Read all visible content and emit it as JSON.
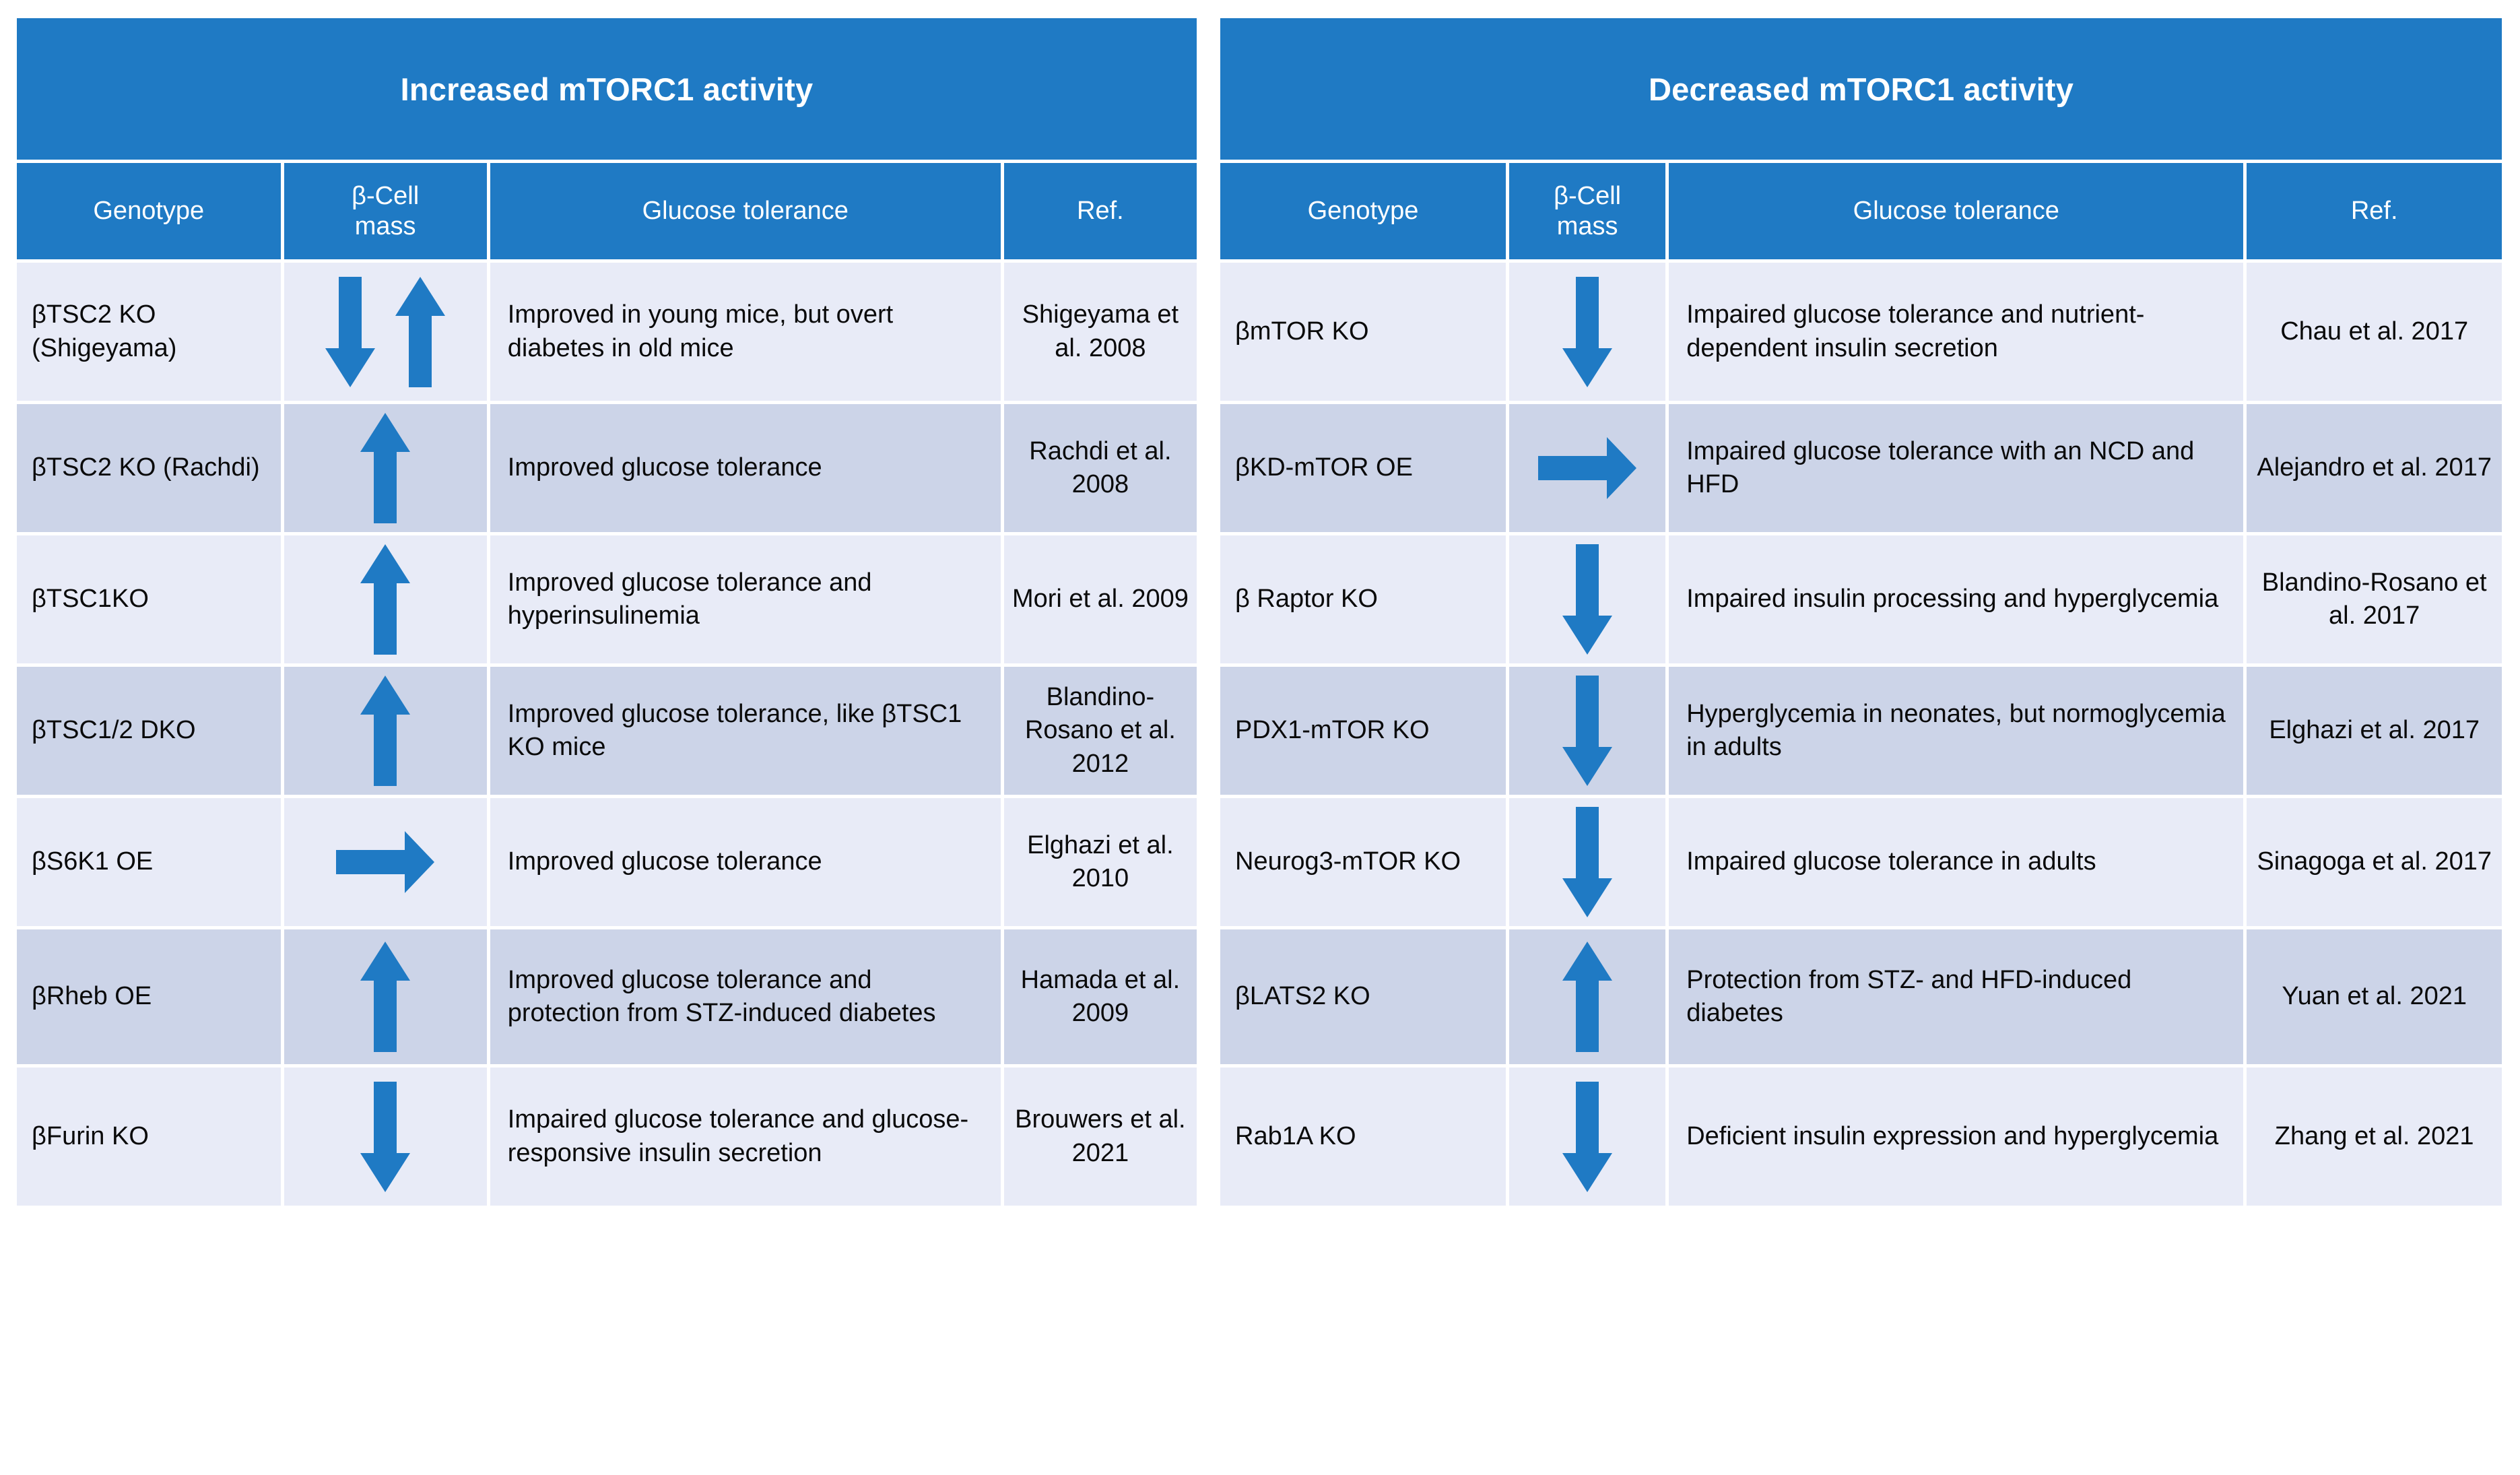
{
  "accent_blue": "#1f7ac4",
  "row_color_odd": "#e8ebf7",
  "row_color_even": "#ccd4e8",
  "icons": {
    "up": "up-arrow-icon",
    "down": "down-arrow-icon",
    "right": "right-arrow-icon",
    "down-up": "down-and-up-arrow-icon"
  },
  "tables": [
    {
      "banner": "Increased mTORC1 activity",
      "columns": [
        "Genotype",
        "β-Cell\nmass",
        "Glucose tolerance",
        "Ref."
      ],
      "column_labels": {
        "genotype": "Genotype",
        "beta_cell_mass_line1": "β-Cell",
        "beta_cell_mass_line2": "mass",
        "glucose_tolerance": "Glucose tolerance",
        "ref": "Ref."
      },
      "rows": [
        {
          "genotype": "βTSC2 KO (Shigeyama)",
          "beta_cell_mass": [
            "down",
            "up"
          ],
          "glucose_tolerance": "Improved in young mice, but overt diabetes in old mice",
          "ref": "Shigeyama et al. 2008"
        },
        {
          "genotype": "βTSC2 KO (Rachdi)",
          "beta_cell_mass": [
            "up"
          ],
          "glucose_tolerance": "Improved glucose tolerance",
          "ref": "Rachdi et al. 2008"
        },
        {
          "genotype": "βTSC1KO",
          "beta_cell_mass": [
            "up"
          ],
          "glucose_tolerance": "Improved glucose tolerance and hyperinsulinemia",
          "ref": "Mori et al. 2009"
        },
        {
          "genotype": "βTSC1/2 DKO",
          "beta_cell_mass": [
            "up"
          ],
          "glucose_tolerance": "Improved glucose tolerance, like βTSC1 KO mice",
          "ref": "Blandino-Rosano et al. 2012"
        },
        {
          "genotype": "βS6K1 OE",
          "beta_cell_mass": [
            "right"
          ],
          "glucose_tolerance": "Improved glucose tolerance",
          "ref": "Elghazi et al. 2010"
        },
        {
          "genotype": "βRheb OE",
          "beta_cell_mass": [
            "up"
          ],
          "glucose_tolerance": "Improved glucose tolerance and protection from STZ-induced diabetes",
          "ref": "Hamada et al. 2009"
        },
        {
          "genotype": "βFurin KO",
          "beta_cell_mass": [
            "down"
          ],
          "glucose_tolerance": "Impaired glucose tolerance and glucose-responsive insulin secretion",
          "ref": "Brouwers et al. 2021"
        }
      ]
    },
    {
      "banner": "Decreased mTORC1 activity",
      "columns": [
        "Genotype",
        "β-Cell\nmass",
        "Glucose tolerance",
        "Ref."
      ],
      "column_labels": {
        "genotype": "Genotype",
        "beta_cell_mass_line1": "β-Cell",
        "beta_cell_mass_line2": "mass",
        "glucose_tolerance": "Glucose tolerance",
        "ref": "Ref."
      },
      "rows": [
        {
          "genotype": "βmTOR KO",
          "beta_cell_mass": [
            "down"
          ],
          "glucose_tolerance": "Impaired glucose tolerance and nutrient-dependent insulin secretion",
          "ref": "Chau et al. 2017"
        },
        {
          "genotype": "βKD-mTOR OE",
          "beta_cell_mass": [
            "right"
          ],
          "glucose_tolerance": "Impaired glucose tolerance with an NCD and HFD",
          "ref": "Alejandro et al. 2017"
        },
        {
          "genotype": "β Raptor KO",
          "beta_cell_mass": [
            "down"
          ],
          "glucose_tolerance": "Impaired insulin processing and hyperglycemia",
          "ref": "Blandino-Rosano et al. 2017"
        },
        {
          "genotype": "PDX1-mTOR KO",
          "beta_cell_mass": [
            "down"
          ],
          "glucose_tolerance": "Hyperglycemia in neonates, but normoglycemia in adults",
          "ref": "Elghazi et al. 2017"
        },
        {
          "genotype": "Neurog3-mTOR KO",
          "beta_cell_mass": [
            "down"
          ],
          "glucose_tolerance": "Impaired glucose tolerance in adults",
          "ref": "Sinagoga et al. 2017"
        },
        {
          "genotype": "βLATS2 KO",
          "beta_cell_mass": [
            "up"
          ],
          "glucose_tolerance": "Protection from STZ- and HFD-induced diabetes",
          "ref": "Yuan et al. 2021"
        },
        {
          "genotype": "Rab1A KO",
          "beta_cell_mass": [
            "down"
          ],
          "glucose_tolerance": "Deficient insulin expression and hyperglycemia",
          "ref": "Zhang et al. 2021"
        }
      ]
    }
  ]
}
